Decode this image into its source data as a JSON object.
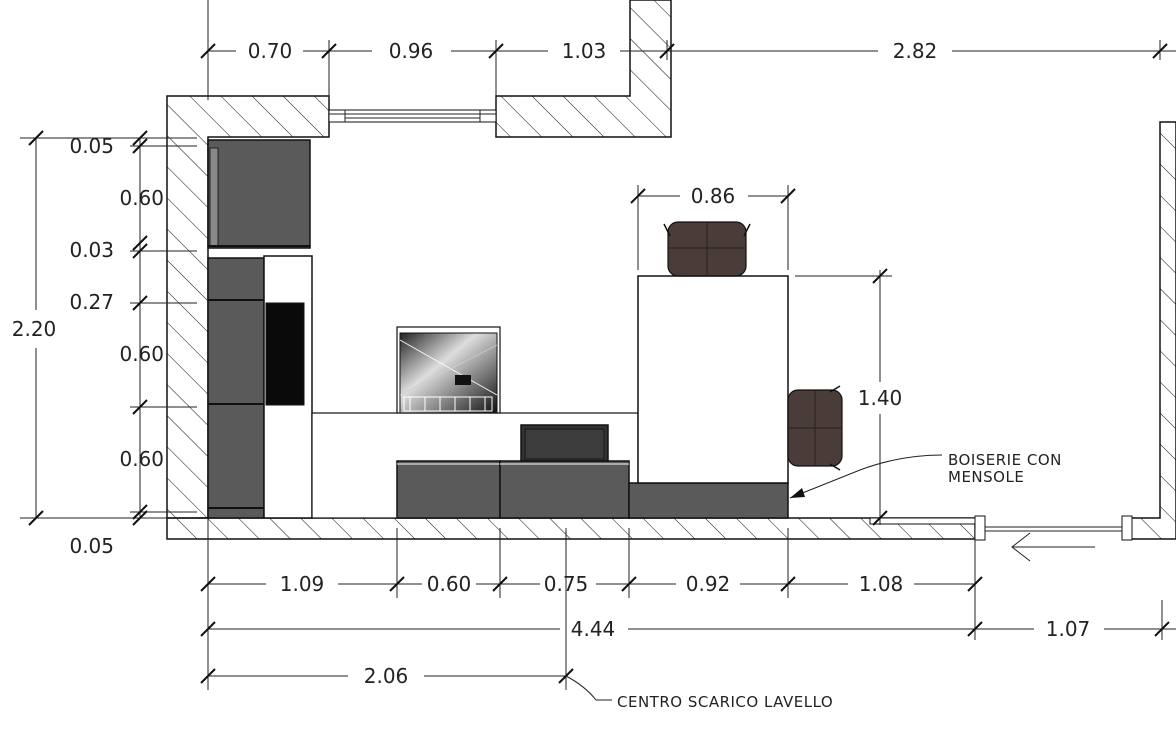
{
  "dimensions": {
    "top": [
      "0.70",
      "0.96",
      "1.03",
      "2.82"
    ],
    "left": [
      "0.05",
      "0.60",
      "0.03",
      "0.27",
      "0.60",
      "0.60",
      "0.05"
    ],
    "left_total": "2.20",
    "table_width": "0.86",
    "table_depth": "1.40",
    "bottom": [
      "1.09",
      "0.60",
      "0.75",
      "0.92",
      "1.08"
    ],
    "bottom_total": "4.44",
    "bottom_right": "1.07",
    "sink_center": "2.06"
  },
  "labels": {
    "boiserie_line1": "BOISERIE CON",
    "boiserie_line2": "MENSOLE",
    "sink_drain": "CENTRO SCARICO LAVELLO"
  },
  "colors": {
    "line": "#111111",
    "cabinet_fill": "#5a5a5a",
    "chair_fill": "#4a3c38",
    "oven_fill": "#0a0a0a"
  }
}
